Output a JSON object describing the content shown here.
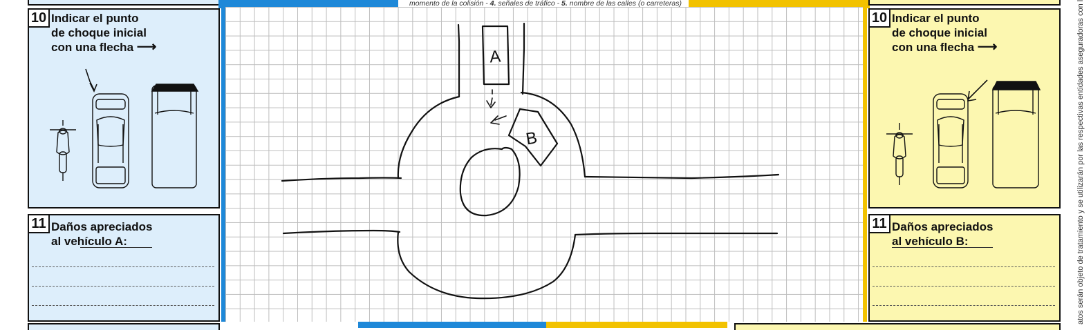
{
  "top_caption": {
    "lead": "momento de la colisión - ",
    "n4": "4.",
    "t4": " señales de tráfico - ",
    "n5": "5.",
    "t5": " nombre de las calles (o carreteras)"
  },
  "left": {
    "section10": {
      "number": "10",
      "title_line1": "Indicar el punto",
      "title_line2": "de choque inicial",
      "title_line3": "con una flecha",
      "arrow": "⟶"
    },
    "section11": {
      "number": "11",
      "title_line1": "Daños apreciados",
      "title_line2": "al vehículo A:"
    }
  },
  "right": {
    "section10": {
      "number": "10",
      "title_line1": "Indicar el punto",
      "title_line2": "de choque inicial",
      "title_line3": "con una flecha",
      "arrow": "⟶"
    },
    "section11": {
      "number": "11",
      "title_line1": "Daños apreciados",
      "title_line2": "al vehículo B:"
    }
  },
  "sketch": {
    "vehicle_a_label": "A",
    "vehicle_b_label": "B"
  },
  "side_note": "atos serán objeto de tratamiento y se utilizarán por las respectivas entidades aseguradoras con la exc",
  "colors": {
    "blue_accent": "#1e88d8",
    "yellow_accent": "#f2c200",
    "blue_panel": "#ddeefb",
    "yellow_panel": "#fcf7b0"
  }
}
